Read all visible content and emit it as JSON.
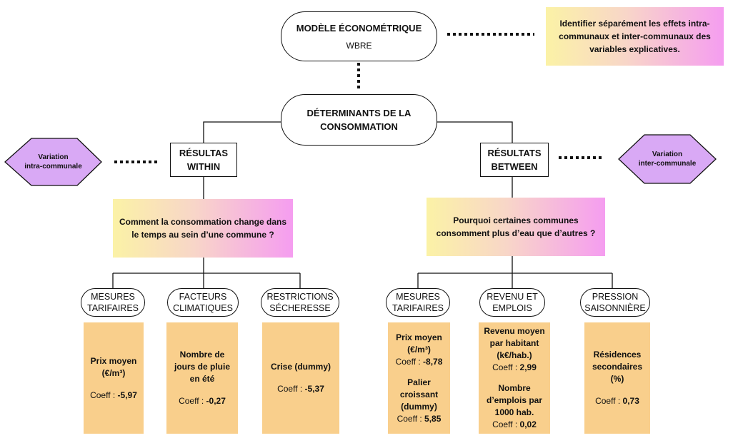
{
  "model": {
    "title": "MODÈLE ÉCONOMÉTRIQUE",
    "subtitle": "WBRE"
  },
  "note": {
    "lines": [
      "Identifier séparément les effets intra-",
      "communaux et inter-communaux des",
      "variables explicatives."
    ]
  },
  "root": {
    "lines": [
      "DÉTERMINANTS DE LA",
      "CONSOMMATION"
    ]
  },
  "within": {
    "label_lines": [
      "RÉSULTAS",
      "WITHIN"
    ],
    "variation_lines": [
      "Variation",
      "intra-communale"
    ],
    "question_lines": [
      "Comment la consommation change dans",
      "le temps au sein d’une commune ?"
    ],
    "categories": [
      {
        "lines": [
          "MESURES",
          "TARIFAIRES"
        ]
      },
      {
        "lines": [
          "FACTEURS",
          "CLIMATIQUES"
        ]
      },
      {
        "lines": [
          "RESTRICTIONS",
          "SÉCHERESSE"
        ]
      }
    ],
    "results": [
      {
        "items": [
          {
            "title_lines": [
              "Prix moyen",
              "(€/m³)"
            ],
            "coeff_label": "Coeff : ",
            "coeff": "-5,97"
          }
        ]
      },
      {
        "items": [
          {
            "title_lines": [
              "Nombre de",
              "jours de pluie",
              "en été"
            ],
            "coeff_label": "Coeff : ",
            "coeff": "-0,27"
          }
        ]
      },
      {
        "items": [
          {
            "title_lines": [
              "Crise (dummy)"
            ],
            "coeff_label": "Coeff : ",
            "coeff": "-5,37"
          }
        ]
      }
    ]
  },
  "between": {
    "label_lines": [
      "RÉSULTATS",
      "BETWEEN"
    ],
    "variation_lines": [
      "Variation",
      "inter-communale"
    ],
    "question_lines": [
      "Pourquoi certaines communes",
      "consomment plus d’eau que d’autres ?"
    ],
    "categories": [
      {
        "lines": [
          "MESURES",
          "TARIFAIRES"
        ]
      },
      {
        "lines": [
          "REVENU ET",
          "EMPLOIS"
        ]
      },
      {
        "lines": [
          "PRESSION",
          "SAISONNIÈRE"
        ]
      }
    ],
    "results": [
      {
        "items": [
          {
            "title_lines": [
              "Prix moyen",
              "(€/m³)"
            ],
            "coeff_label": "Coeff : ",
            "coeff": "-8,78"
          },
          {
            "title_lines": [
              "Palier",
              "croissant",
              "(dummy)"
            ],
            "coeff_label": "Coeff : ",
            "coeff": "5,85"
          }
        ]
      },
      {
        "items": [
          {
            "title_lines": [
              "Revenu moyen",
              "par habitant",
              "(k€/hab.)"
            ],
            "coeff_label": "Coeff : ",
            "coeff": "2,99"
          },
          {
            "title_lines": [
              "Nombre",
              "d’emplois par",
              "1000 hab."
            ],
            "coeff_label": "Coeff : ",
            "coeff": "0,02"
          }
        ]
      },
      {
        "items": [
          {
            "title_lines": [
              "Résidences",
              "secondaires (%)"
            ],
            "coeff_label": "Coeff : ",
            "coeff": "0,73"
          }
        ]
      }
    ]
  },
  "colors": {
    "line": "#111111",
    "diamond_fill": "#d9a9f5",
    "result_fill": "#f9cf8c",
    "gradient_start": "#fbf2a6",
    "gradient_end": "#f59df0"
  }
}
